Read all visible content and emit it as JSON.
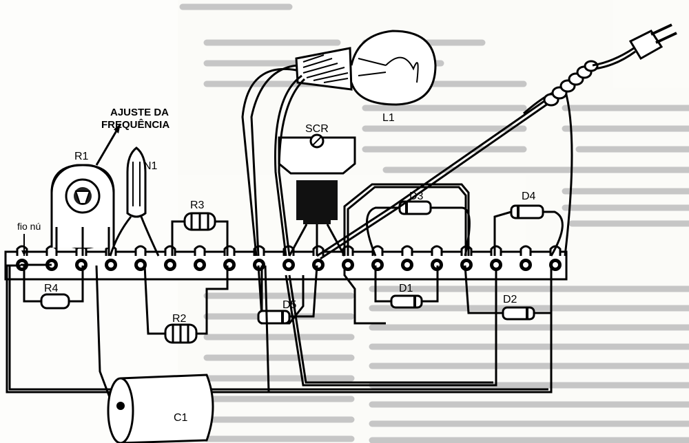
{
  "labels": {
    "adjust_line1": "AJUSTE DA",
    "adjust_line2": "FREQUÊNCIA",
    "r1": "R1",
    "n1": "N1",
    "r3": "R3",
    "r4": "R4",
    "r2": "R2",
    "scr": "SCR",
    "l1": "L1",
    "d1": "D1",
    "d2": "D2",
    "d3": "D3",
    "d4": "D4",
    "d5": "D5",
    "c1": "C1",
    "bare_wire": "fio nú"
  }
}
